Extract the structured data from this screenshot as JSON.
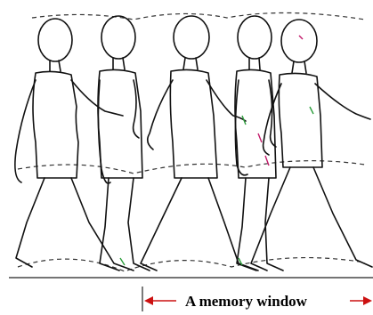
{
  "figure": {
    "caption": "A memory window",
    "colors": {
      "ink": "#111111",
      "caption": "#000000",
      "arrow": "#cc1111",
      "accent_green": "#2a9d3a",
      "accent_magenta": "#c21a6a",
      "background": "#ffffff"
    },
    "figures": [
      {
        "label": "walking-boy-1"
      },
      {
        "label": "walking-boy-2"
      },
      {
        "label": "walking-boy-3"
      },
      {
        "label": "walking-boy-4"
      },
      {
        "label": "walking-boy-5"
      }
    ]
  }
}
